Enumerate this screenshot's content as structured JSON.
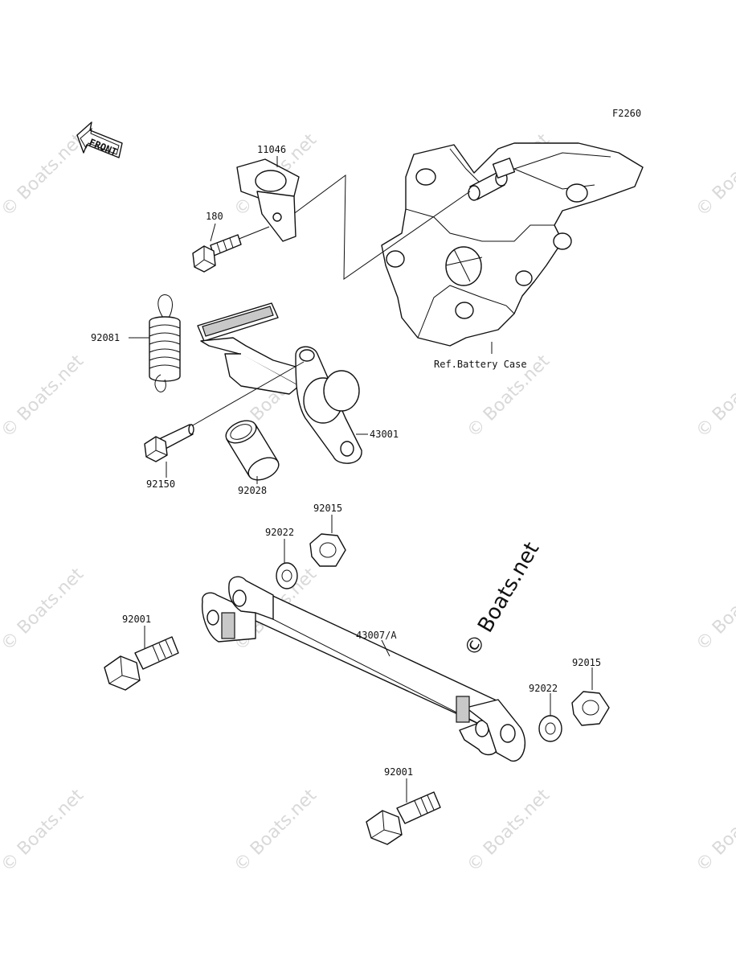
{
  "figure_code": "F2260",
  "front_arrow_label": "FRONT",
  "reference_note": "Ref.Battery Case",
  "copyright_watermark": "© Boats.net",
  "faint_watermark_text": "© Boats.net",
  "part_labels": {
    "bracket": "11046",
    "bracket_bolt": "180",
    "spring": "92081",
    "pedal_pivot_bolt": "92150",
    "bushing": "92028",
    "brake_pedal": "43001",
    "nut_upper": "92015",
    "washer_upper": "92022",
    "rod": "43007/A",
    "bolt_left": "92001",
    "washer_lower": "92022",
    "nut_lower": "92015",
    "bolt_lower": "92001"
  },
  "colors": {
    "line": "#111111",
    "watermark": "#d9d9d9",
    "background": "#ffffff"
  }
}
